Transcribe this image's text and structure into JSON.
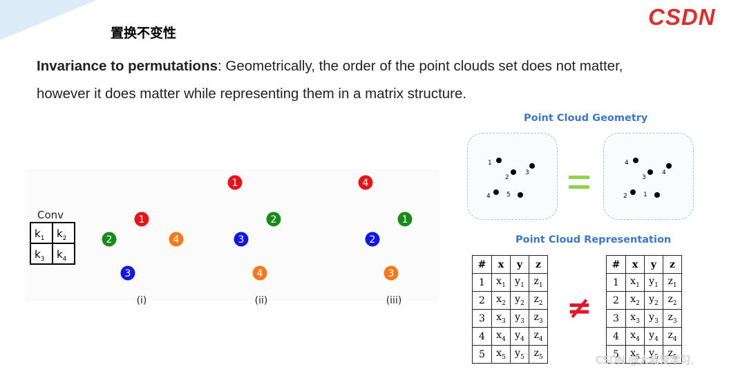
{
  "brand": {
    "logo_text": "CSDN",
    "color": "#d9302c"
  },
  "heading": "置换不变性",
  "paragraph": {
    "bold_term": "Invariance to permutations",
    "line1_rest": ": Geometrically, the order of the point clouds set does not matter,",
    "line2": "however it does matter while representing them in a matrix structure."
  },
  "conv": {
    "label": "Conv",
    "kernel": [
      [
        "k",
        "1"
      ],
      [
        "k",
        "2"
      ],
      [
        "k",
        "3"
      ],
      [
        "k",
        "4"
      ]
    ]
  },
  "orderings": [
    {
      "caption": "(i)",
      "points": [
        {
          "label": "1",
          "color": "#e4141b"
        },
        {
          "label": "2",
          "color": "#1a8a1a"
        },
        {
          "label": "4",
          "color": "#f27a1c"
        },
        {
          "label": "3",
          "color": "#1416e0"
        }
      ]
    },
    {
      "caption": "(ii)",
      "points": [
        {
          "label": "1",
          "color": "#e4141b"
        },
        {
          "label": "2",
          "color": "#1a8a1a"
        },
        {
          "label": "3",
          "color": "#1416e0"
        },
        {
          "label": "4",
          "color": "#f27a1c"
        }
      ]
    },
    {
      "caption": "(iii)",
      "points": [
        {
          "label": "4",
          "color": "#e4141b"
        },
        {
          "label": "1",
          "color": "#1a8a1a"
        },
        {
          "label": "2",
          "color": "#1416e0"
        },
        {
          "label": "3",
          "color": "#f27a1c"
        }
      ]
    }
  ],
  "geometry": {
    "title": "Point Cloud Geometry",
    "left_labels": [
      "1",
      "2",
      "3",
      "4",
      "5"
    ],
    "right_labels": [
      "4",
      "3",
      "4",
      "2",
      "1"
    ]
  },
  "representation": {
    "title": "Point Cloud Representation",
    "headers": [
      "#",
      "x",
      "y",
      "z"
    ],
    "rows": [
      [
        "1",
        "x",
        "1",
        "y",
        "1",
        "z",
        "1"
      ],
      [
        "2",
        "x",
        "2",
        "y",
        "2",
        "z",
        "2"
      ],
      [
        "3",
        "x",
        "3",
        "y",
        "3",
        "z",
        "3"
      ],
      [
        "4",
        "x",
        "4",
        "y",
        "4",
        "z",
        "4"
      ],
      [
        "5",
        "x",
        "5",
        "y",
        "5",
        "z",
        "5"
      ]
    ],
    "equals_symbol": "=",
    "not_equal_symbol": "≠"
  },
  "watermark": "CSDN @大叔爱学习."
}
